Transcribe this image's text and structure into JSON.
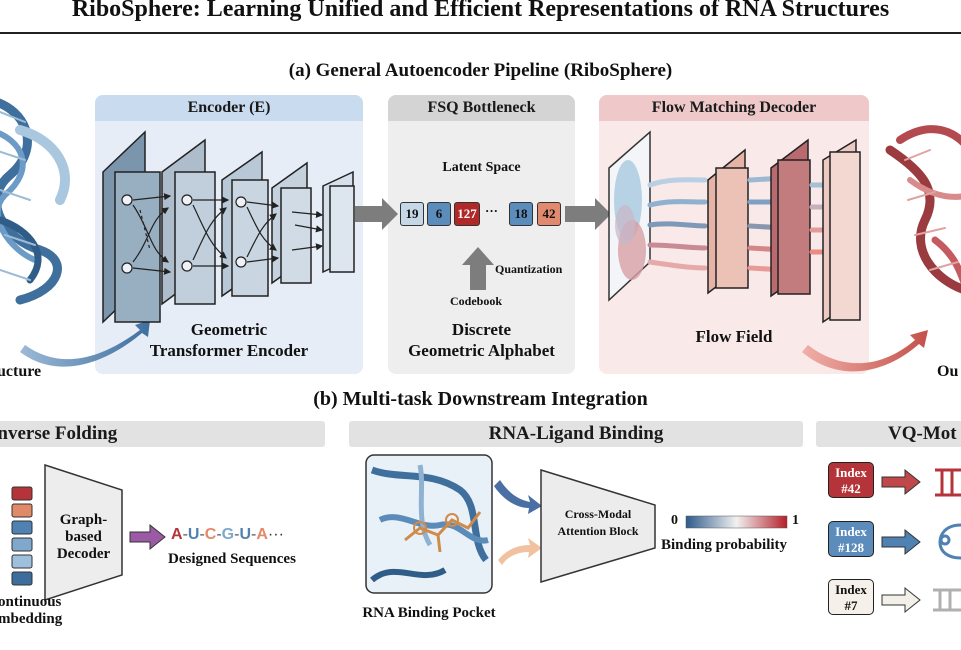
{
  "title": "RiboSphere: Learning Unified and Efficient Representations of RNA Structures",
  "section_a": {
    "title": "(a) General Autoencoder Pipeline (RiboSphere)",
    "input_label": "ucture",
    "output_label": "Ou",
    "encoder": {
      "header": "Encoder (E)",
      "caption_line1": "Geometric",
      "caption_line2": "Transformer Encoder"
    },
    "bottleneck": {
      "header": "FSQ Bottleneck",
      "latent_label": "Latent Space",
      "tokens": [
        "19",
        "6",
        "127",
        "···",
        "18",
        "42"
      ],
      "quantization_label": "Quantization",
      "codebook_label": "Codebook",
      "caption_line1": "Discrete",
      "caption_line2": "Geometric Alphabet"
    },
    "decoder": {
      "header": "Flow Matching Decoder",
      "caption": "Flow Field"
    }
  },
  "section_b": {
    "title": "(b) Multi-task Downstream Integration",
    "inverse_folding": {
      "header": "Inverse Folding",
      "decoder_line1": "Graph-",
      "decoder_line2": "based",
      "decoder_line3": "Decoder",
      "sequence": [
        "A",
        "-",
        "U",
        "-",
        "C",
        "-",
        "G",
        "-",
        "U",
        "-",
        "A",
        "···"
      ],
      "sequence_caption": "Designed Sequences",
      "embedding_line1": "ontinuous",
      "embedding_line2": "mbedding"
    },
    "ligand_binding": {
      "header": "RNA-Ligand Binding",
      "attention_line1": "Cross-Modal",
      "attention_line2": "Attention Block",
      "scale_min": "0",
      "scale_max": "1",
      "scale_caption": "Binding probability",
      "pocket_caption": "RNA Binding Pocket"
    },
    "vq_motif": {
      "header": "VQ-Mot",
      "indices": [
        {
          "line1": "Index",
          "line2": "#42"
        },
        {
          "line1": "Index",
          "line2": "#128"
        },
        {
          "line1": "Index",
          "line2": "#7"
        }
      ]
    }
  },
  "colors": {
    "encoder_bg": "#e6edf7",
    "encoder_head": "#c9dbee",
    "bottleneck_bg": "#eeeeee",
    "bottleneck_head": "#d4d4d4",
    "decoder_bg": "#f9e9e9",
    "decoder_head": "#efc9c9",
    "rna_blue": "#4a7fae",
    "rna_red": "#b24a50",
    "token_blue": "#5b8cbb",
    "token_red": "#b02828",
    "token_salmon": "#e28a70",
    "token_light": "#c6d7e6"
  }
}
